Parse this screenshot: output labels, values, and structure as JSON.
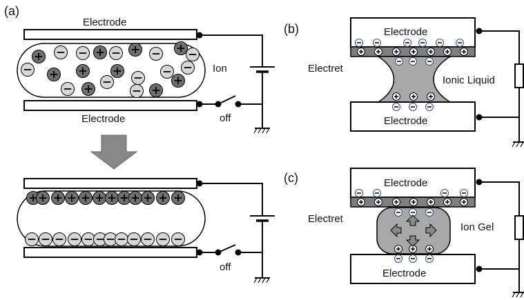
{
  "panel_a": {
    "label": "(a)",
    "top_electrode": "Electrode",
    "bottom_electrode": "Electrode",
    "ion_label": "Ion",
    "switch_top": "off",
    "switch_bottom": "off"
  },
  "panel_b": {
    "label": "(b)",
    "top_electrode": "Electrode",
    "bottom_electrode": "Electrode",
    "electret_label": "Electret",
    "liquid_label": "Ionic Liquid"
  },
  "panel_c": {
    "label": "(c)",
    "top_electrode": "Electrode",
    "bottom_electrode": "Electrode",
    "electret_label": "Electret",
    "gel_label": "Ion Gel"
  },
  "colors": {
    "cation": "#707070",
    "anion": "#d8d8d8",
    "ionic_medium": "#a8a8a8",
    "electret_strip": "#7f7f7f",
    "arrow": "#8a8a8a"
  }
}
